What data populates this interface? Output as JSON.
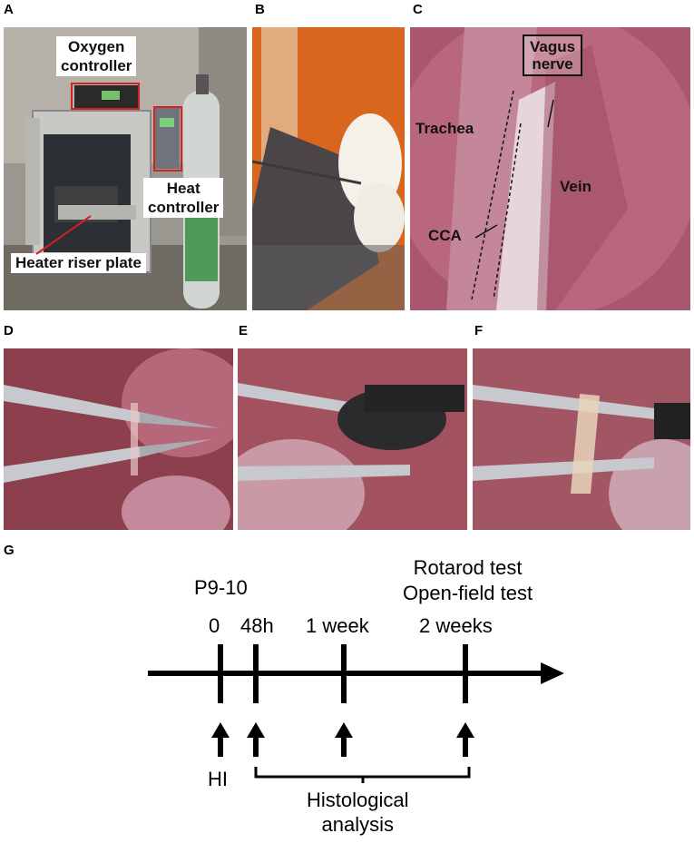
{
  "panels": {
    "A": {
      "letter": "A",
      "labels": {
        "oxygen": [
          "Oxygen",
          "controller"
        ],
        "heat": [
          "Heat",
          "controller"
        ],
        "riser": "Heater riser plate"
      }
    },
    "B": {
      "letter": "B"
    },
    "C": {
      "letter": "C",
      "labels": {
        "vagus": [
          "Vagus",
          "nerve"
        ],
        "trachea": "Trachea",
        "vein": "Vein",
        "cca": "CCA"
      }
    },
    "D": {
      "letter": "D"
    },
    "E": {
      "letter": "E"
    },
    "F": {
      "letter": "F"
    },
    "G": {
      "letter": "G"
    }
  },
  "timeline": {
    "age": "P9-10",
    "tests": [
      "Rotarod test",
      "Open-field test"
    ],
    "timepoints": [
      {
        "label": "0"
      },
      {
        "label": "48h"
      },
      {
        "label": "1 week"
      },
      {
        "label": "2 weeks"
      }
    ],
    "hi_label": "HI",
    "histology": [
      "Histological",
      "analysis"
    ]
  }
}
